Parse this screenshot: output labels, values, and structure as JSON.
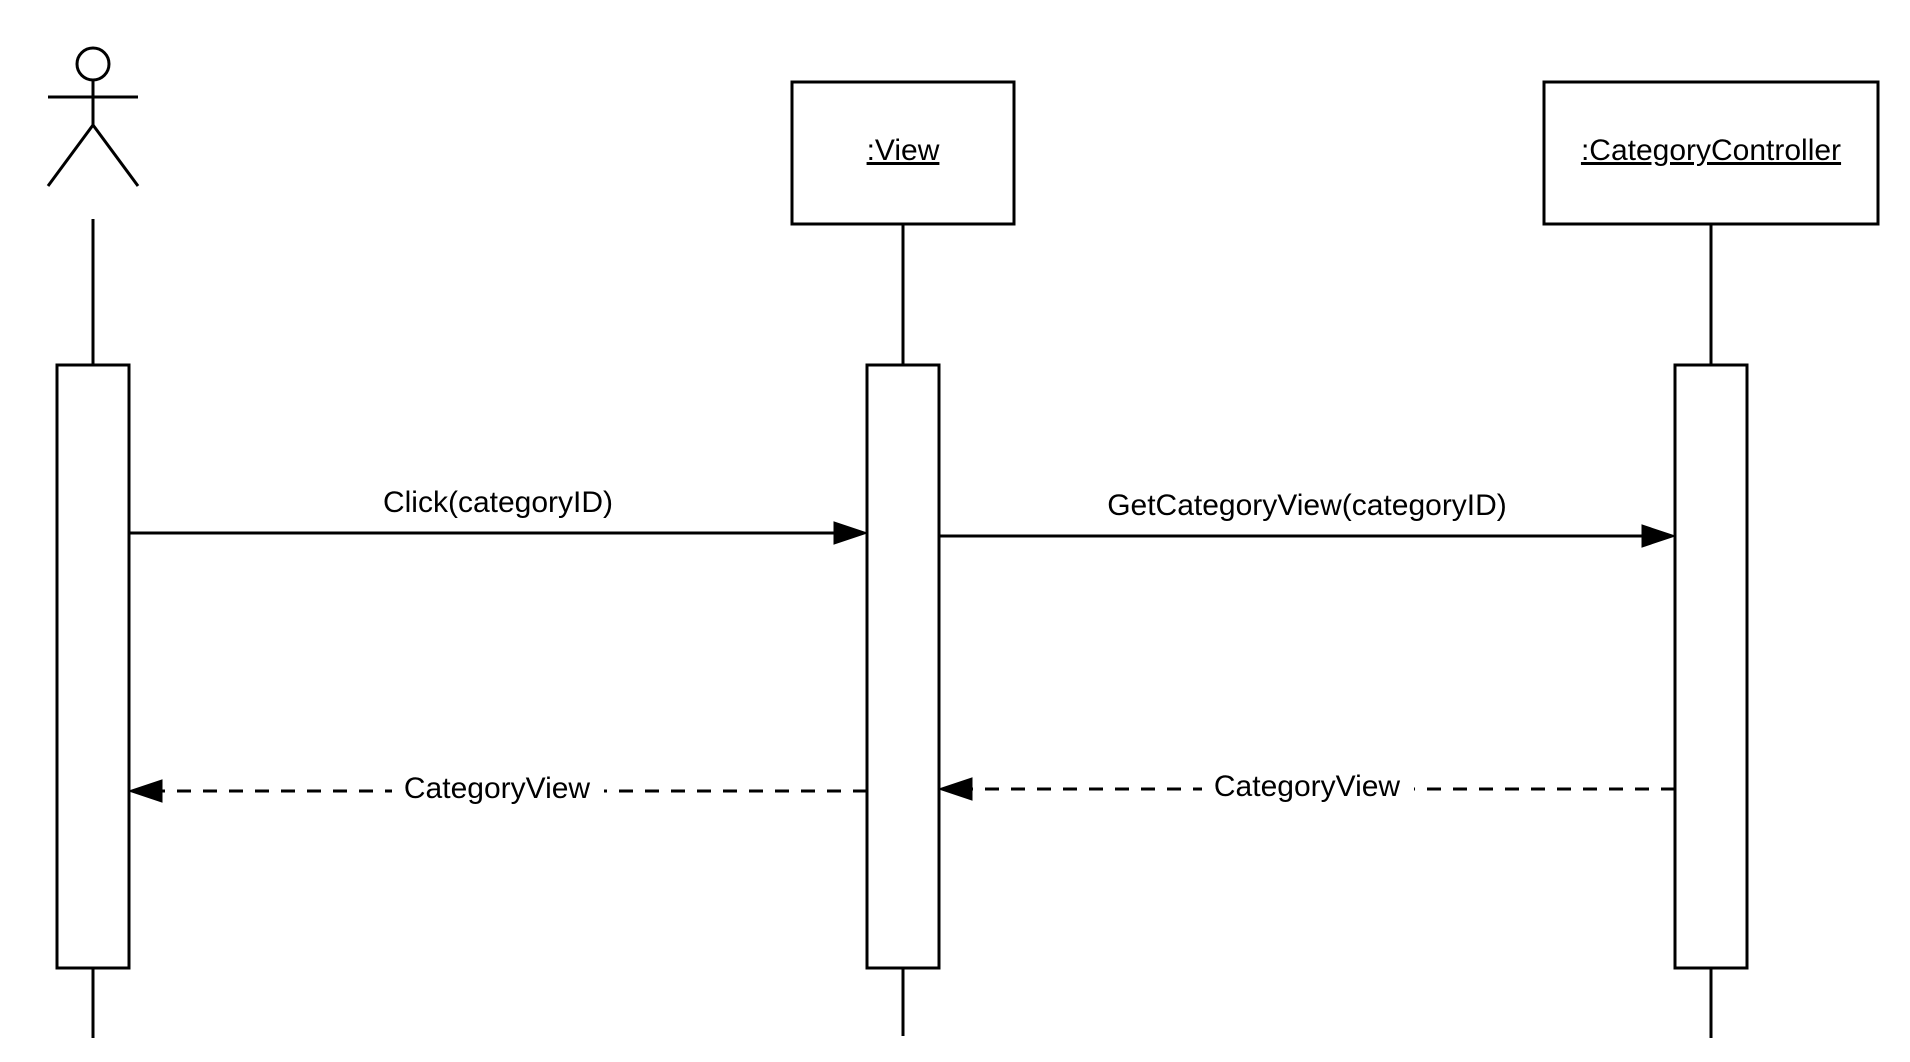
{
  "lifelines": [
    {
      "type": "actor",
      "label": ""
    },
    {
      "type": "object",
      "label": ":View"
    },
    {
      "type": "object",
      "label": ":CategoryController"
    }
  ],
  "messages": [
    {
      "from": 0,
      "to": 1,
      "kind": "synchronous",
      "label": "Click(categoryID)"
    },
    {
      "from": 1,
      "to": 2,
      "kind": "synchronous",
      "label": "GetCategoryView(categoryID)"
    },
    {
      "from": 1,
      "to": 0,
      "kind": "return",
      "label": "CategoryView"
    },
    {
      "from": 2,
      "to": 1,
      "kind": "return",
      "label": "CategoryView"
    }
  ]
}
